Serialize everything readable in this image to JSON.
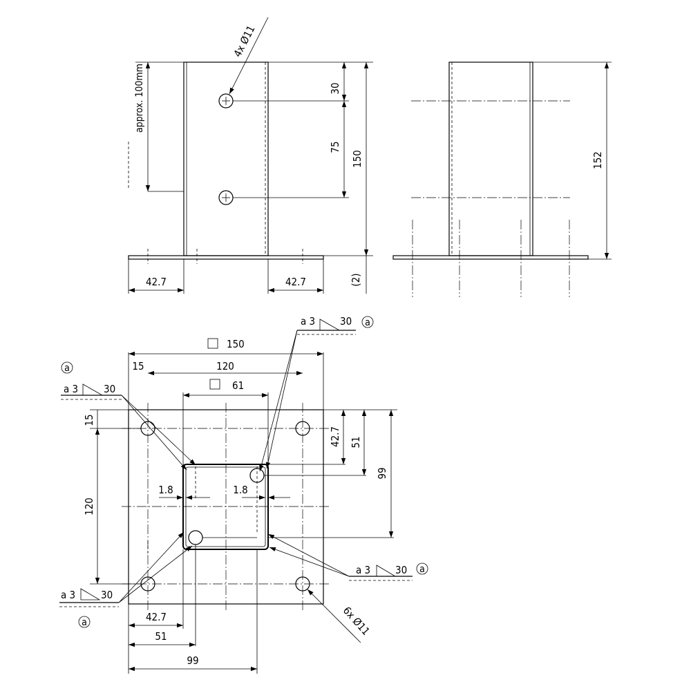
{
  "front_view": {
    "hole_callout": "4x  Ø11",
    "dim_approx": "approx. 100mm",
    "dim_30": "30",
    "dim_75": "75",
    "dim_150": "150",
    "dim_left_427": "42.7",
    "dim_right_427": "42.7",
    "thickness": "(2)"
  },
  "side_view": {
    "dim_152": "152"
  },
  "plan_view": {
    "base_square": "150",
    "dim_120_top": "120",
    "dim_15_top": "15",
    "tube_square": "61",
    "dim_15_left": "15",
    "dim_120_left": "120",
    "dim_427_right": "42.7",
    "dim_51_right": "51",
    "dim_99_right": "99",
    "dim_18_left": "1.8",
    "dim_18_right": "1.8",
    "dim_427_bottom": "42.7",
    "dim_51_bottom": "51",
    "dim_99_bottom": "99",
    "hole_callout": "6x  Ø11"
  },
  "welds": {
    "top_right": {
      "a": "a 3",
      "len": "30",
      "mark": "a"
    },
    "top_left": {
      "a": "a 3",
      "len": "30",
      "mark": "a"
    },
    "right": {
      "a": "a 3",
      "len": "30",
      "mark": "a"
    },
    "bottom_left": {
      "a": "a 3",
      "len": "30",
      "mark": "a"
    }
  }
}
